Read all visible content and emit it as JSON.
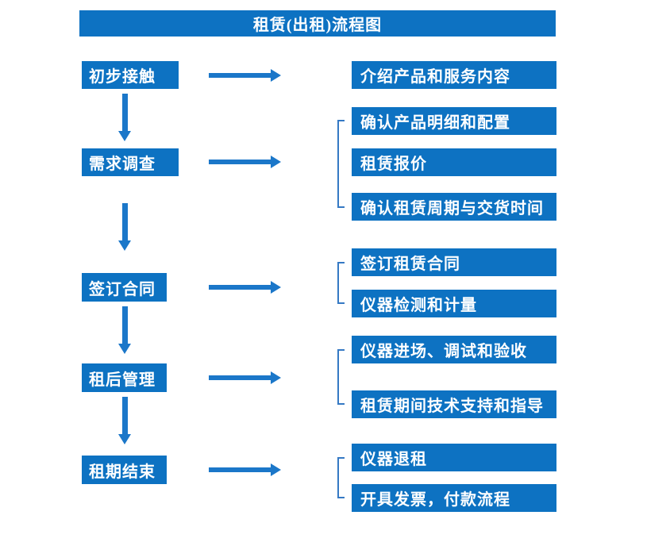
{
  "title": "租赁(出租)流程图",
  "colors": {
    "box_blue": "#0d72c2",
    "arrow_blue": "#1b77c9",
    "bracket_blue": "#3579c4",
    "text_white": "#ffffff",
    "background": "#ffffff"
  },
  "flow": {
    "steps": [
      {
        "label": "初步接触",
        "outputs": [
          "介绍产品和服务内容"
        ]
      },
      {
        "label": "需求调查",
        "outputs": [
          "确认产品明细和配置",
          "租赁报价",
          "确认租赁周期与交货时间"
        ]
      },
      {
        "label": "签订合同",
        "outputs": [
          "签订租赁合同",
          "仪器检测和计量"
        ]
      },
      {
        "label": "租后管理",
        "outputs": [
          "仪器进场、调试和验收",
          "租赁期间技术支持和指导"
        ]
      },
      {
        "label": "租期结束",
        "outputs": [
          "仪器退租",
          "开具发票，付款流程"
        ]
      }
    ]
  }
}
